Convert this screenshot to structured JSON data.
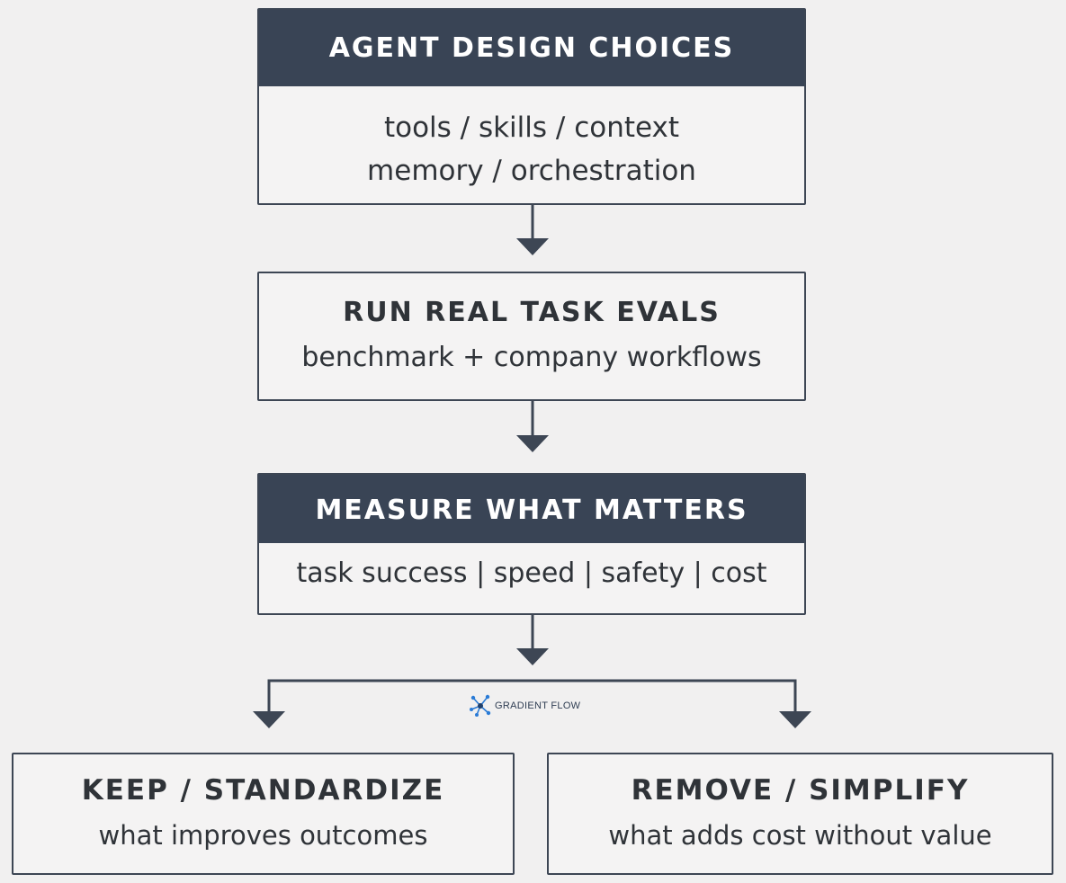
{
  "steps": {
    "design": {
      "title": "AGENT DESIGN CHOICES",
      "line1": "tools / skills / context",
      "line2": "memory / orchestration"
    },
    "evals": {
      "title": "RUN REAL TASK EVALS",
      "line1": "benchmark + company workflows"
    },
    "measure": {
      "title": "MEASURE WHAT MATTERS",
      "line1": "task success | speed | safety | cost"
    },
    "keep": {
      "title": "KEEP / STANDARDIZE",
      "line1": "what improves outcomes"
    },
    "remove": {
      "title": "REMOVE / SIMPLIFY",
      "line1": "what adds cost without value"
    }
  },
  "watermark": {
    "text": "GRADIENT FLOW",
    "icon": "gradient-flow-logo-icon"
  },
  "colors": {
    "header_fill": "#394455",
    "border": "#3d4654",
    "arrow": "#3d4654",
    "background": "#f1f0f0",
    "text": "#2f3338",
    "logo_blue": "#2a7bd6"
  }
}
